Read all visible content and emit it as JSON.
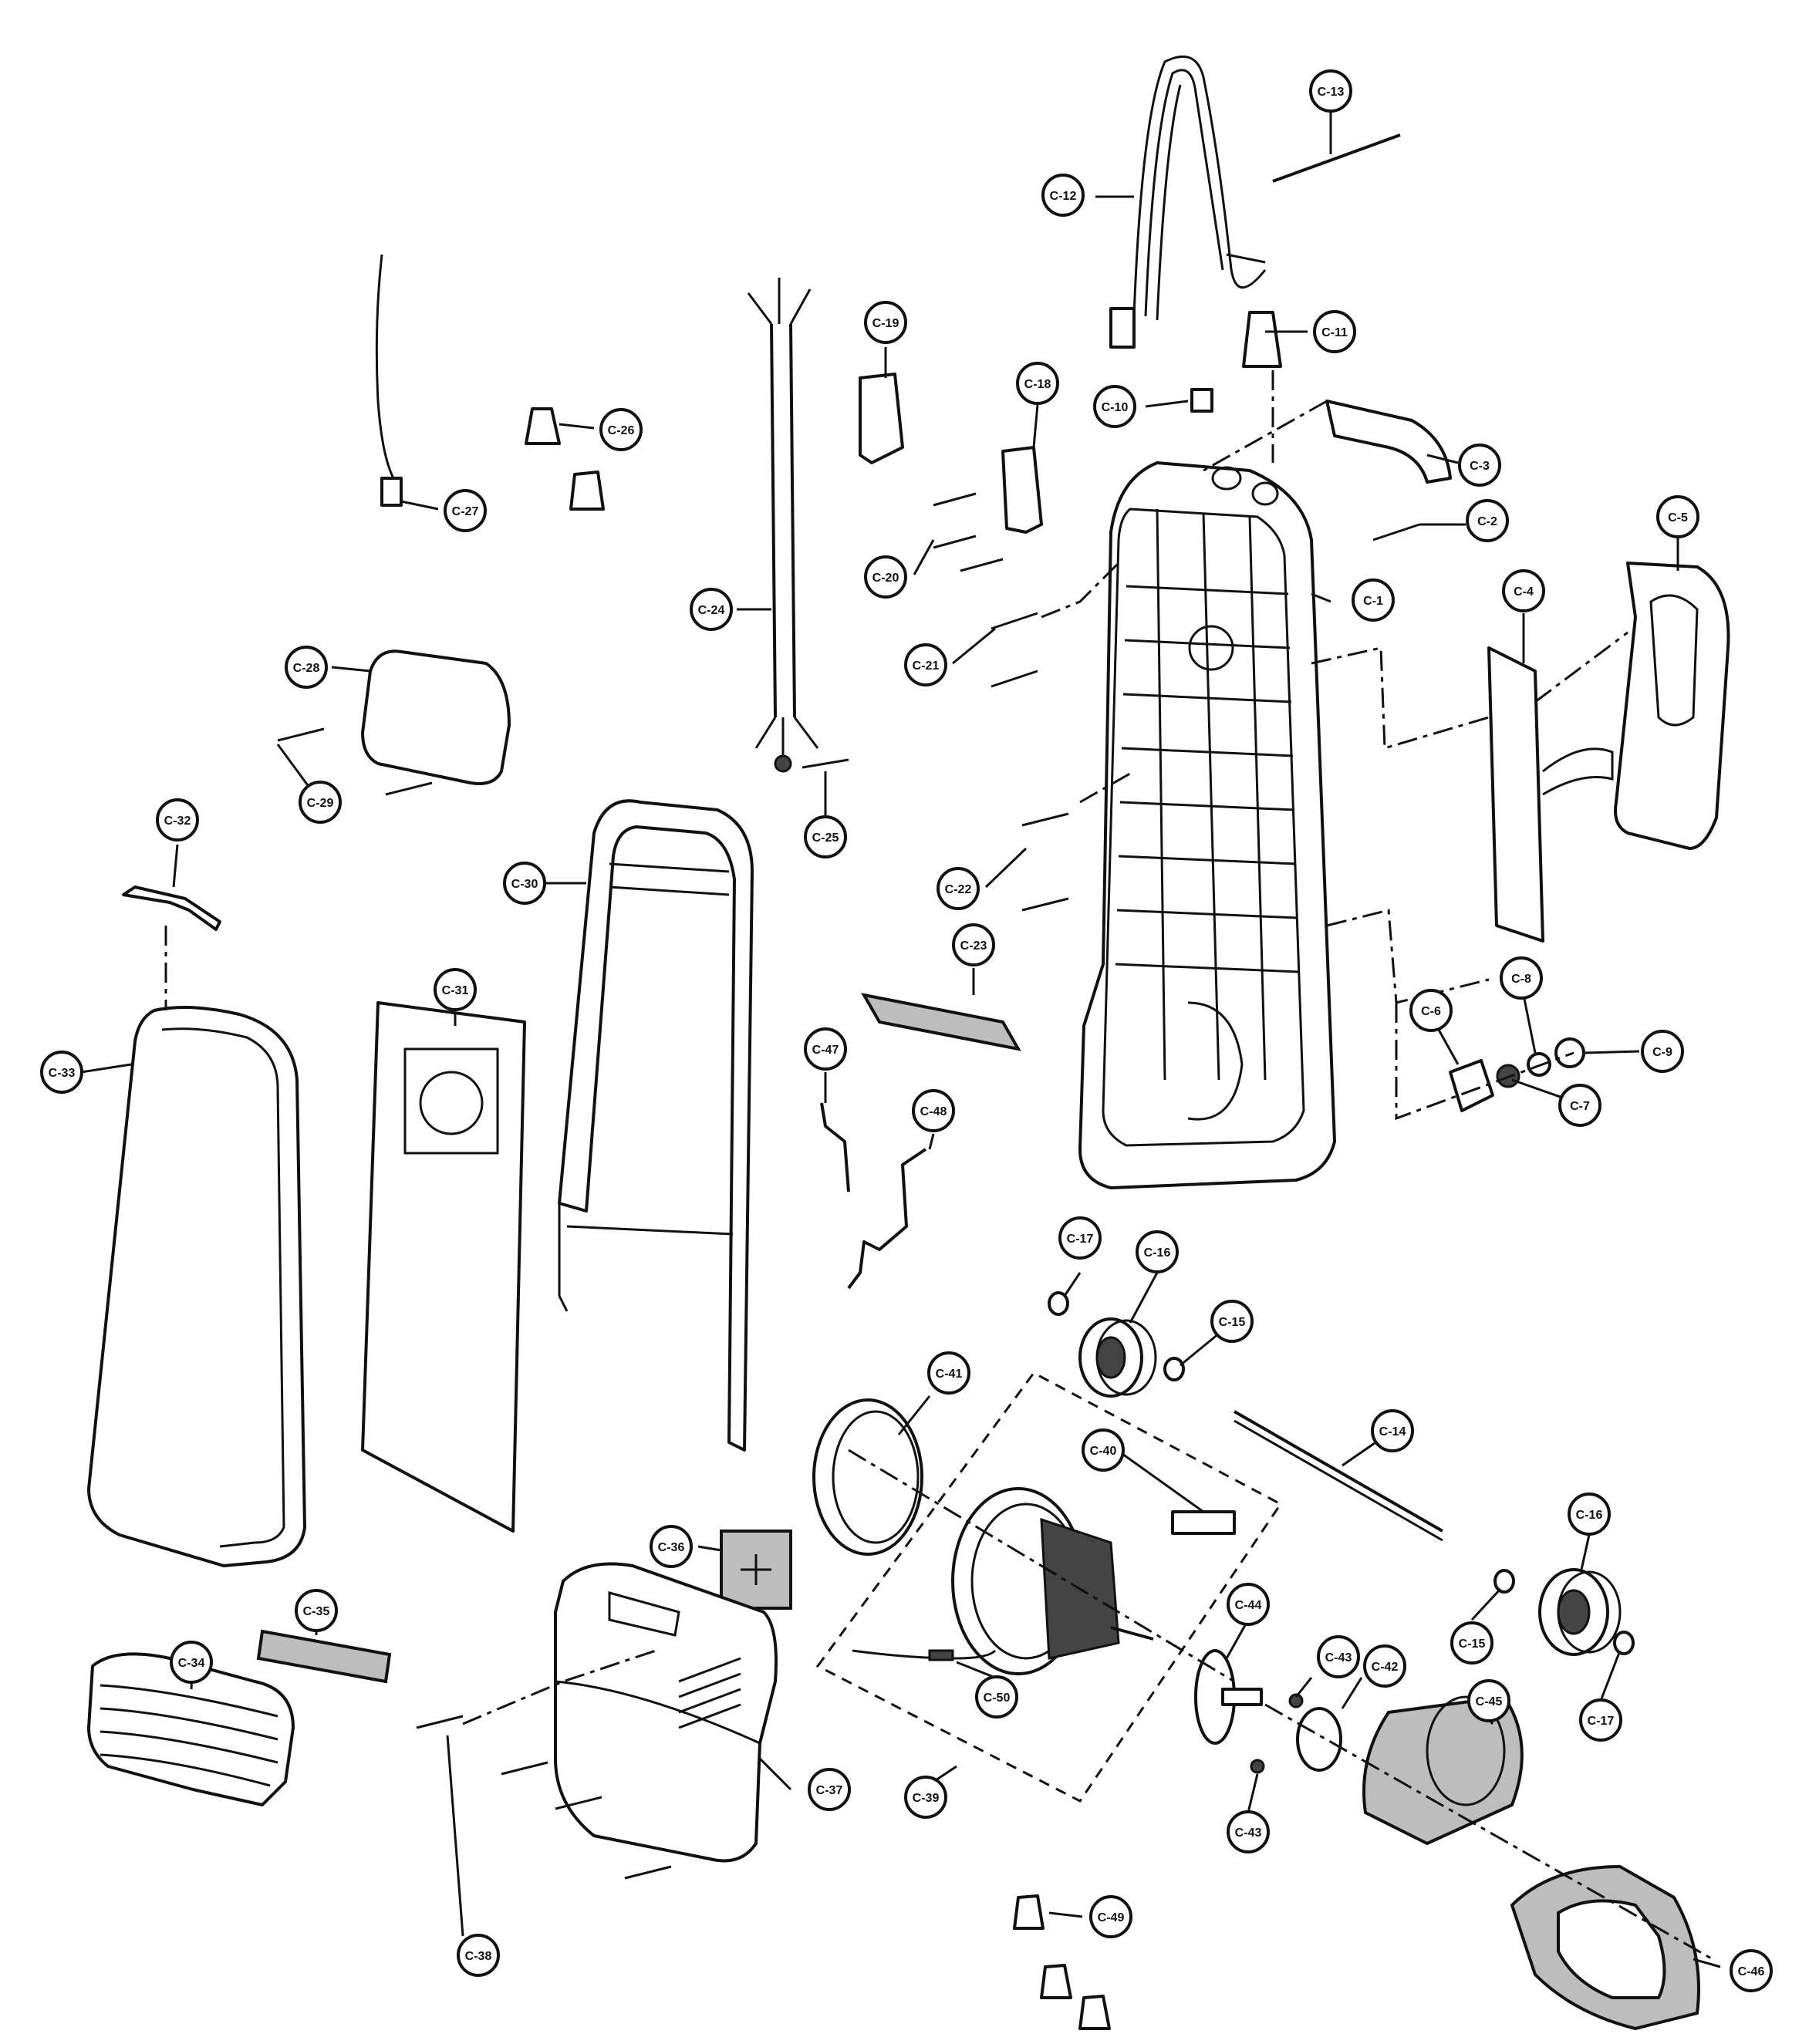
{
  "labels": [
    "C-1",
    "C-2",
    "C-3",
    "C-4",
    "C-5",
    "C-6",
    "C-7",
    "C-8",
    "C-9",
    "C-10",
    "C-11",
    "C-12",
    "C-13",
    "C-14",
    "C-15",
    "C-15",
    "C-16",
    "C-16",
    "C-17",
    "C-17",
    "C-18",
    "C-19",
    "C-20",
    "C-21",
    "C-22",
    "C-23",
    "C-24",
    "C-25",
    "C-26",
    "C-27",
    "C-28",
    "C-29",
    "C-30",
    "C-31",
    "C-32",
    "C-33",
    "C-34",
    "C-35",
    "C-36",
    "C-37",
    "C-38",
    "C-39",
    "C-40",
    "C-41",
    "C-42",
    "C-43",
    "C-43",
    "C-44",
    "C-45",
    "C-46",
    "C-47",
    "C-48",
    "C-49",
    "C-50"
  ]
}
